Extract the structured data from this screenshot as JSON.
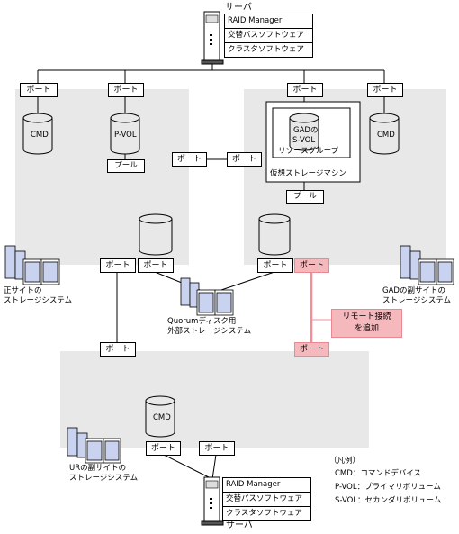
{
  "server_top": {
    "label": "サーバ",
    "software": [
      "RAID Manager",
      "交替パスソフトウェア",
      "クラスタソフトウェア"
    ]
  },
  "server_bottom": {
    "label": "サーバ",
    "software": [
      "RAID Manager",
      "交替パスソフトウェア",
      "クラスタソフトウェア"
    ]
  },
  "port_label": "ポート",
  "volumes": {
    "cmd": "CMD",
    "pvol": "P-VOL",
    "gad_svol_line1": "GADの",
    "gad_svol_line2": "S-VOL"
  },
  "pool_label": "プール",
  "resource_group": "リソースグループ",
  "virtual_storage": "仮想ストレージマシン",
  "sites": {
    "primary_line1": "正サイトの",
    "primary_line2": "ストレージシステム",
    "gad_secondary_line1": "GADの副サイトの",
    "gad_secondary_line2": "ストレージシステム",
    "ur_secondary_line1": "URの副サイトの",
    "ur_secondary_line2": "ストレージシステム",
    "quorum_line1": "Quorumディスク用",
    "quorum_line2": "外部ストレージシステム"
  },
  "callout_line1": "リモート接続",
  "callout_line2": "を追加",
  "legend": {
    "title": "（凡例）",
    "items": [
      "CMD：コマンドデバイス",
      "P-VOL：プライマリボリューム",
      "S-VOL：セカンダリボリューム"
    ]
  },
  "colors": {
    "site_fill": "#e8e8e8",
    "storage_blue": "#c9d3f0",
    "highlight_pink": "#f5b9bd",
    "highlight_pink_line": "#ef8f98"
  }
}
